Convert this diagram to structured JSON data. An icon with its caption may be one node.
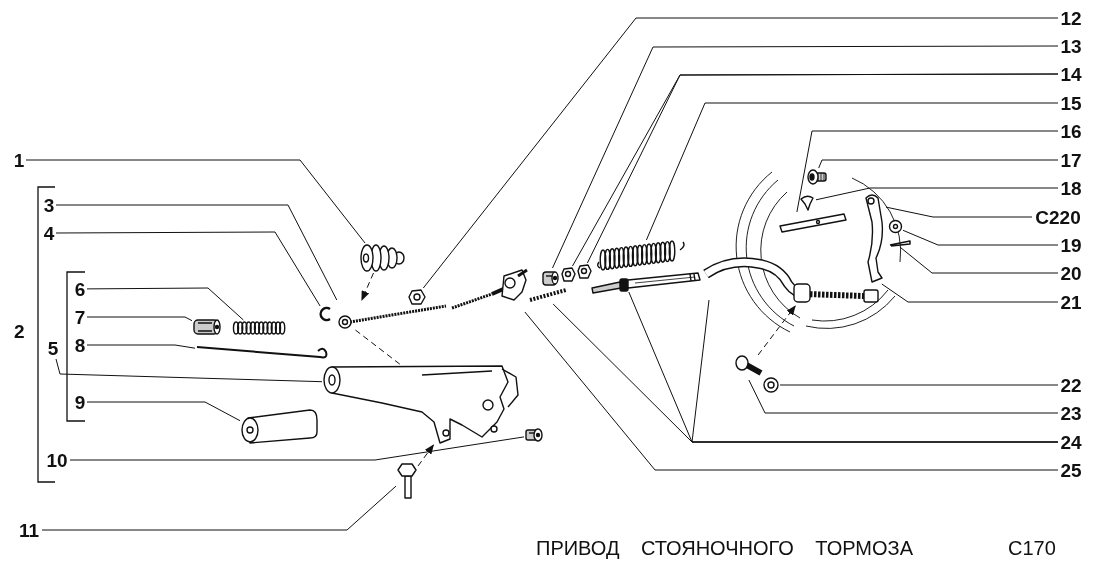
{
  "diagram": {
    "title": "ПРИВОД СТОЯНОЧНОГО ТОРМОЗА",
    "nodes": [
      {
        "text": [
          "1"
        ]
      },
      {
        "text": [
          "3"
        ]
      },
      {
        "text": [
          "4"
        ]
      },
      {
        "text": [
          "5"
        ]
      },
      {
        "text": [
          "6"
        ]
      },
      {
        "text": [
          "7"
        ]
      },
      {
        "text": [
          "8"
        ]
      },
      {
        "text": [
          "9"
        ]
      },
      {
        "text": [
          "10"
        ]
      },
      {
        "text": [
          "11"
        ]
      },
      {
        "text": [
          "12"
        ]
      },
      {
        "text": [
          "13"
        ]
      },
      {
        "text": [
          "14"
        ]
      },
      {
        "text": [
          "15"
        ]
      },
      {
        "text": [
          "16"
        ]
      },
      {
        "text": [
          "17"
        ]
      },
      {
        "text": [
          "18"
        ]
      },
      {
        "text": [
          "C220"
        ]
      },
      {
        "text": [
          "19"
        ]
      },
      {
        "text": [
          "20"
        ]
      },
      {
        "text": [
          "21"
        ]
      },
      {
        "text": [
          "22"
        ]
      },
      {
        "text": [
          "23"
        ]
      },
      {
        "text": [
          "24"
        ]
      },
      {
        "text": [
          "25"
        ]
      },
      {
        "text": [],
        "shape": "picture"
      },
      {
        "text": [],
        "shape": "picture"
      },
      {
        "text": [],
        "shape": "picture"
      },
      {
        "text": [],
        "shape": "picture"
      },
      {
        "text": [],
        "shape": "picture"
      },
      {
        "text": [],
        "shape": "picture"
      },
      {
        "text": [],
        "shape": "picture"
      },
      {
        "text": [],
        "shape": "picture"
      },
      {
        "text": [],
        "shape": "picture"
      },
      {
        "text": [],
        "shape": "picture"
      },
      {
        "text": [],
        "shape": "picture"
      },
      {
        "text": [],
        "shape": "picture"
      },
      {
        "text": [],
        "shape": "picture"
      },
      {
        "text": [],
        "shape": "picture"
      },
      {
        "text": [],
        "shape": "picture"
      },
      {
        "text": [],
        "shape": "picture"
      },
      {
        "text": [],
        "shape": "picture"
      },
      {
        "text": [],
        "shape": "picture"
      },
      {
        "text": [],
        "shape": "picture"
      },
      {
        "text": [],
        "shape": "picture"
      },
      {
        "text": [],
        "shape": "picture"
      },
      {
        "text": [],
        "shape": "picture"
      },
      {
        "text": [],
        "shape": "picture"
      },
      {
        "text": [],
        "shape": "picture"
      },
      {
        "text": [],
        "shape": "picture"
      },
      {
        "text": [],
        "shape": "picture"
      },
      {
        "text": [],
        "shape": "picture"
      },
      {
        "text": [],
        "shape": "picture"
      }
    ],
    "edges": [
      {
        "from": 0,
        "to": 25,
        "arrow": "none"
      },
      {
        "from": 1,
        "to": 26,
        "arrow": "none"
      },
      {
        "from": 2,
        "to": 27,
        "arrow": "none"
      },
      {
        "from": 3,
        "to": 28,
        "arrow": "none"
      },
      {
        "from": 4,
        "to": 29,
        "arrow": "none"
      },
      {
        "from": 5,
        "to": 30,
        "arrow": "none"
      },
      {
        "from": 6,
        "to": 31,
        "arrow": "none"
      },
      {
        "from": 7,
        "to": 32,
        "arrow": "none"
      },
      {
        "from": 8,
        "to": 33,
        "arrow": "none"
      },
      {
        "from": 9,
        "to": 34,
        "arrow": "none"
      },
      {
        "from": 10,
        "to": 35,
        "arrow": "none"
      },
      {
        "from": 11,
        "to": 37,
        "arrow": "none"
      },
      {
        "from": 12,
        "to": 38,
        "arrow": "none"
      },
      {
        "from": 12,
        "to": 39,
        "arrow": "none"
      },
      {
        "from": 13,
        "to": 40,
        "arrow": "none"
      },
      {
        "from": 14,
        "to": 44,
        "arrow": "none"
      },
      {
        "from": 15,
        "to": 45,
        "arrow": "none"
      },
      {
        "from": 16,
        "to": 46,
        "arrow": "none"
      },
      {
        "from": 17,
        "to": 47,
        "arrow": "none"
      },
      {
        "from": 18,
        "to": 48,
        "arrow": "none"
      },
      {
        "from": 19,
        "to": 49,
        "arrow": "none"
      },
      {
        "from": 20,
        "to": 47,
        "arrow": "none"
      },
      {
        "from": 21,
        "to": 51,
        "arrow": "none"
      },
      {
        "from": 22,
        "to": 52,
        "arrow": "none"
      },
      {
        "from": 23,
        "to": 41,
        "arrow": "none"
      },
      {
        "from": 23,
        "to": 42,
        "arrow": "none"
      },
      {
        "from": 23,
        "to": 43,
        "arrow": "none"
      },
      {
        "from": 24,
        "to": 36,
        "arrow": "none"
      },
      {
        "from": 25,
        "to": 26,
        "arrow": "to",
        "style": "dashed"
      },
      {
        "from": 34,
        "to": 28,
        "arrow": "to",
        "style": "dashed"
      },
      {
        "from": 52,
        "to": 50,
        "arrow": "to",
        "style": "dashed"
      },
      {
        "from": 26,
        "to": 28,
        "arrow": "none",
        "style": "dashed"
      }
    ],
    "labels": [
      "2",
      "C170"
    ]
  }
}
